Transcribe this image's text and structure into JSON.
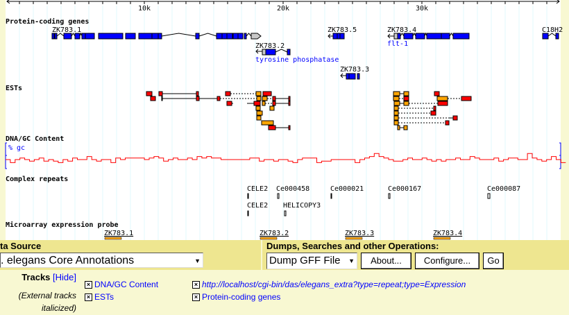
{
  "ruler": {
    "ticks": [
      "10k",
      "20k",
      "30k"
    ]
  },
  "tracks": {
    "protein_coding": {
      "title": "Protein-coding genes",
      "genes": [
        {
          "name": "ZK783.1"
        },
        {
          "name": "ZK783.2",
          "note": "tyrosine phosphatase"
        },
        {
          "name": "ZK783.5"
        },
        {
          "name": "ZK783.4",
          "note": "flt-1"
        },
        {
          "name": "C18H2"
        },
        {
          "name": "ZK783.3"
        }
      ]
    },
    "ests": {
      "title": "ESTs"
    },
    "gc": {
      "title": "DNA/GC Content",
      "axis_label": "% gc"
    },
    "repeats": {
      "title": "Complex repeats",
      "items": [
        "CELE2",
        "Ce000458",
        "Ce000021",
        "Ce000167",
        "Ce000087",
        "CELE2",
        "HELICOPY3"
      ]
    },
    "microarray": {
      "title": "Microarray expression probe",
      "items": [
        "ZK783.1",
        "ZK783.2",
        "ZK783.3",
        "ZK783.4"
      ]
    }
  },
  "data_source": {
    "title": "ta Source",
    "selected": ". elegans Core Annotations"
  },
  "operations": {
    "title": "Dumps, Searches and other Operations:",
    "selected": "Dump GFF File",
    "about": "About...",
    "configure": "Configure...",
    "go": "Go"
  },
  "track_list": {
    "label": "Tracks",
    "hide": "[Hide]",
    "note1": "(External tracks",
    "note2": "italicized)",
    "items": [
      "DNA/GC Content",
      "ESTs",
      "http://localhost/cgi-bin/das/elegans_extra?type=repeat;type=Expression",
      "Protein-coding genes"
    ],
    "checked": [
      true,
      true,
      true,
      true
    ]
  },
  "colors": {
    "exon": "#0000ff",
    "utr": "#c8c8c8",
    "est_red": "#ff0000",
    "est_orange": "#ffa500",
    "gc_line": "#ff0000",
    "panel_bg": "#f8f8d2",
    "header_bg": "#eee690",
    "link": "#0000ff"
  }
}
